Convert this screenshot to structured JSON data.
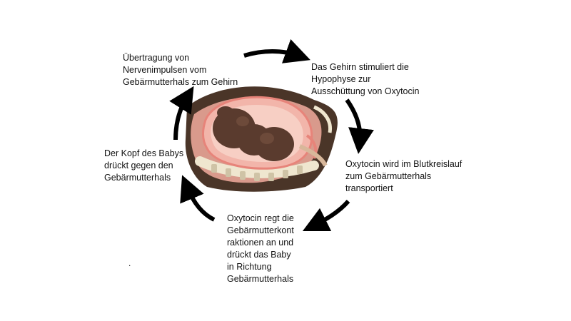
{
  "steps": [
    "Übertragung von\nNervenimpulsen vom\nGebärmutterhals zum Gehirn",
    "Das Gehirn stimuliert die\nHypophyse zur\nAusschüttung von Oxytocin",
    "Oxytocin wird im Blutkreislauf\nzum Gebärmutterhals\ntransportiert",
    "Oxytocin regt die\nGebärmutterkont\nraktionen an und\ndrückt das Baby\nin Richtung\nGebärmutterhals",
    "Der Kopf des Babys\ndrückt gegen den\nGebärmutterhals"
  ],
  "stray_mark": ".",
  "colors": {
    "arrow": "#000000",
    "uterus": "#f2b5aa",
    "fetus": "#5a3b2e",
    "skin": "#4a3528",
    "bone": "#efe6cf"
  }
}
